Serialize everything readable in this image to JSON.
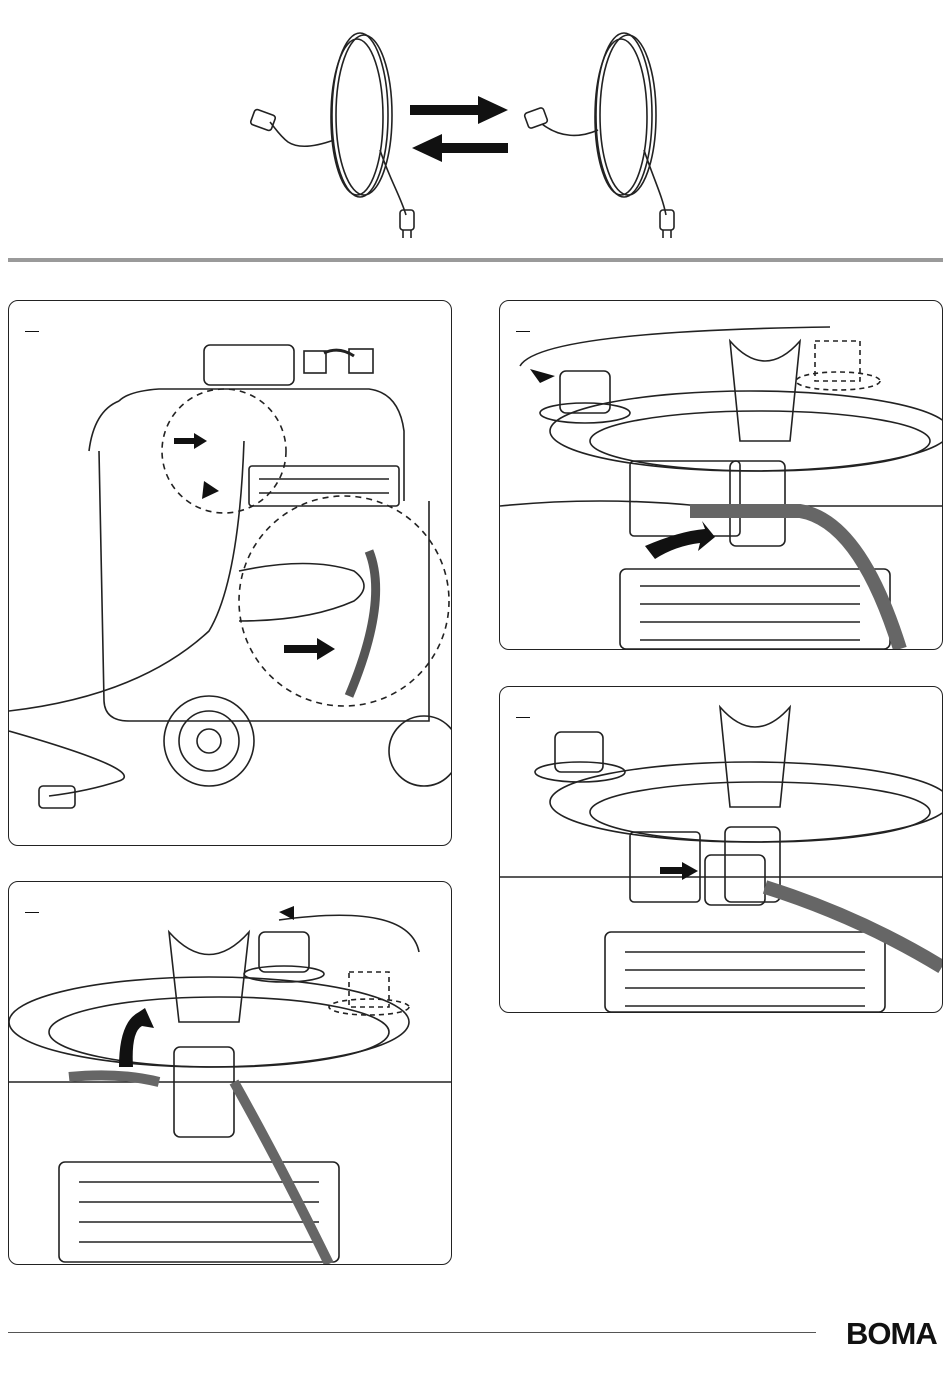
{
  "brand": {
    "logo_text": "BOMA"
  },
  "icons": {
    "top": "power-cord-connect-disconnect-illustration",
    "panel_1": "vacuum-cord-unwind-illustration",
    "panel_2": "cord-hook-rotate-illustration",
    "panel_3": "cable-clip-rotate-illustration",
    "panel_4": "plug-connect-illustration"
  },
  "colors": {
    "line": "#222222",
    "divider": "#9a9a9a",
    "cord": "#888888",
    "background": "#ffffff"
  }
}
